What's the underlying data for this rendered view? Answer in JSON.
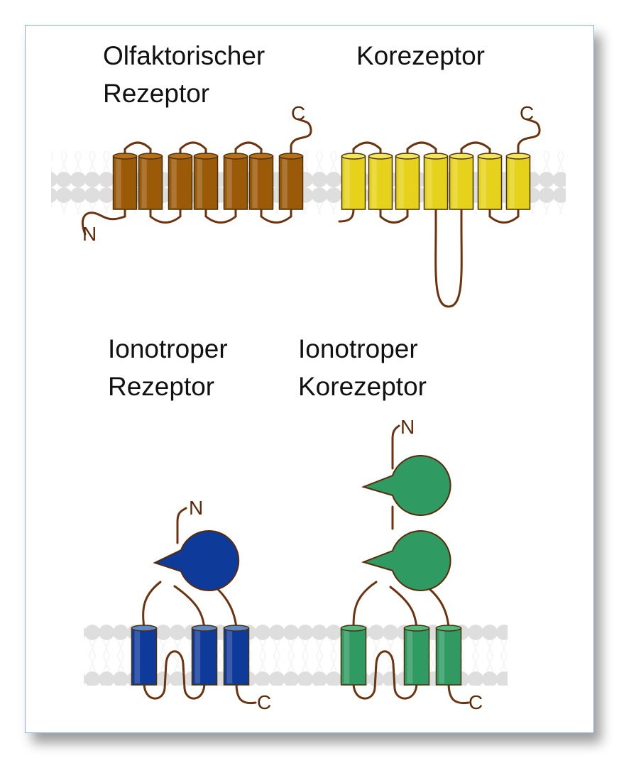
{
  "labels": {
    "olfactory_line1": "Olfaktorischer",
    "olfactory_line2": "Rezeptor",
    "corec_line1": "Korezeptor",
    "iono_rec_line1": "Ionotroper",
    "iono_rec_line2": "Rezeptor",
    "iono_corec_line1": "Ionotroper",
    "iono_corec_line2": "Korezeptor"
  },
  "termini": {
    "n": "N",
    "c": "C"
  },
  "colors": {
    "olfactory": "#9a5a08",
    "olfactory_top": "#b57018",
    "corec": "#e6d21c",
    "corec_top": "#f2e65a",
    "iono_rec": "#0e3a9a",
    "iono_rec_top": "#5f86c8",
    "iono_corec": "#2f9a62",
    "iono_corec_top": "#55b680",
    "loop": "#6b3410",
    "membrane": "#cfcfcf"
  }
}
